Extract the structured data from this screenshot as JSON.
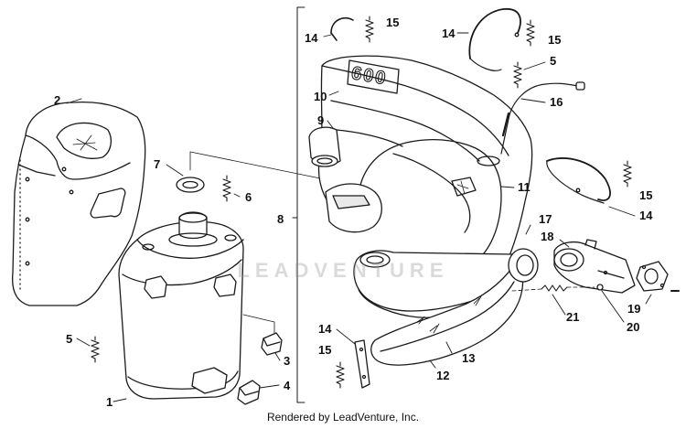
{
  "diagram": {
    "callouts": [
      {
        "id": "c1",
        "text": "1"
      },
      {
        "id": "c2",
        "text": "2"
      },
      {
        "id": "c3",
        "text": "3"
      },
      {
        "id": "c4",
        "text": "4"
      },
      {
        "id": "c5a",
        "text": "5"
      },
      {
        "id": "c5b",
        "text": "5"
      },
      {
        "id": "c6",
        "text": "6"
      },
      {
        "id": "c7",
        "text": "7"
      },
      {
        "id": "c8",
        "text": "8"
      },
      {
        "id": "c9",
        "text": "9"
      },
      {
        "id": "c10",
        "text": "10"
      },
      {
        "id": "c11",
        "text": "11"
      },
      {
        "id": "c12",
        "text": "12"
      },
      {
        "id": "c13",
        "text": "13"
      },
      {
        "id": "c14a",
        "text": "14"
      },
      {
        "id": "c14b",
        "text": "14"
      },
      {
        "id": "c14c",
        "text": "14"
      },
      {
        "id": "c14d",
        "text": "14"
      },
      {
        "id": "c15a",
        "text": "15"
      },
      {
        "id": "c15b",
        "text": "15"
      },
      {
        "id": "c15c",
        "text": "15"
      },
      {
        "id": "c15d",
        "text": "15"
      },
      {
        "id": "c16",
        "text": "16"
      },
      {
        "id": "c17",
        "text": "17"
      },
      {
        "id": "c18",
        "text": "18"
      },
      {
        "id": "c19",
        "text": "19"
      },
      {
        "id": "c20",
        "text": "20"
      },
      {
        "id": "c21",
        "text": "21"
      }
    ],
    "pipe_stamp": "600",
    "watermark": "LEADVENTURE",
    "footer": "Rendered by LeadVenture, Inc."
  }
}
